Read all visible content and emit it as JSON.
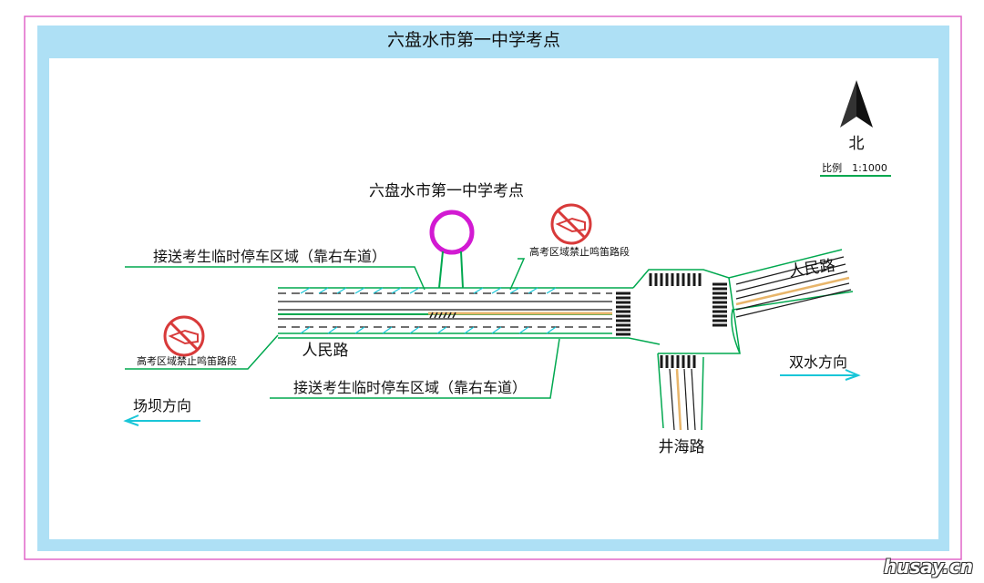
{
  "map": {
    "title": "六盘水市第一中学考点",
    "north_label": "北",
    "scale_label": "比例　1:1000",
    "school_label": "六盘水市第一中学考点",
    "parking_top_label": "接送考生临时停车区域（靠右车道）",
    "parking_bottom_label": "接送考生临时停车区域（靠右车道）",
    "no_horn_label_top": "高考区域禁止鸣笛路段",
    "no_horn_label_left": "高考区域禁止鸣笛路段",
    "road_renmin_west": "人民路",
    "road_renmin_east": "人民路",
    "road_jinghai": "井海路",
    "dir_west": "场坝方向",
    "dir_east": "双水方向",
    "watermark": "husay.cn"
  },
  "colors": {
    "border_pink": "#e066c8",
    "frame_blue": "#aee0f5",
    "road_green": "#00a84f",
    "road_dark": "#1a1a1a",
    "road_yellow": "#e8b56a",
    "marker_magenta": "#d21ad2",
    "arrow_cyan": "#19c6d8",
    "prohibit_red": "#d83a3a"
  }
}
